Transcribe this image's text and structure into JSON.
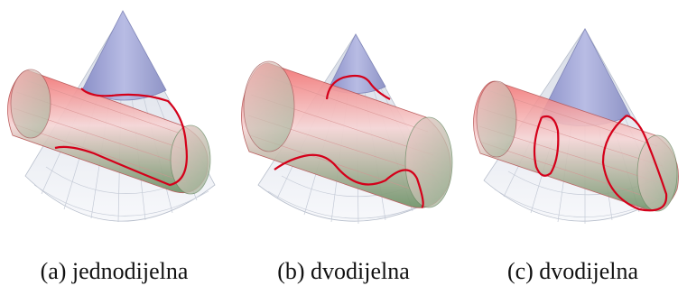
{
  "panels": [
    {
      "caption": "(a) jednodijelna"
    },
    {
      "caption": "(b) dvodijelna"
    },
    {
      "caption": "(c) dvodijelna"
    }
  ],
  "colors": {
    "cone_top": "#9a9fd6",
    "cone_bottom": "#d9dee6",
    "cylinder_red": "#ef8080",
    "cylinder_green": "#7fa07a",
    "intersection": "#d4001a",
    "mesh": "#7f7f9a"
  }
}
